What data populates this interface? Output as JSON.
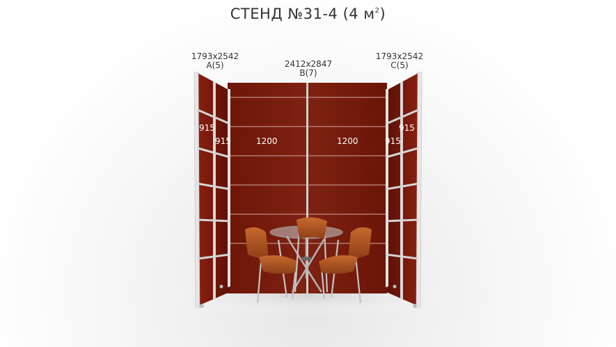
{
  "title": {
    "text": "СТЕНД №31-4 (4 м",
    "sup": "2",
    "close": ")"
  },
  "walls": {
    "a": {
      "size": "1793x2542",
      "code": "A(5)"
    },
    "b": {
      "size": "2412x2847",
      "code": "B(7)"
    },
    "c": {
      "size": "1793x2542",
      "code": "C(5)"
    }
  },
  "dimensions": {
    "left_outer": "915",
    "left_inner": "915",
    "back_left": "1200",
    "back_right": "1200",
    "right_inner": "915",
    "right_outer": "915"
  },
  "colors": {
    "panel": "#7a1c0e",
    "frame": "#d9d9d9",
    "chair": "#b35a27"
  }
}
